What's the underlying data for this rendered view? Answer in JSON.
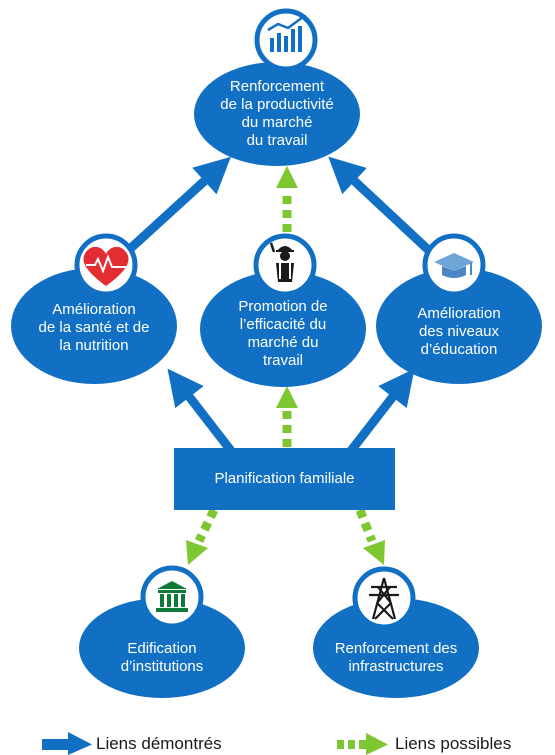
{
  "colors": {
    "node_fill": "#1170c4",
    "demonstrated_arrow": "#1170c4",
    "possible_arrow": "#7dc832",
    "icon_ring": "#1170c4",
    "icon_fill": "#ffffff",
    "heart": "#e32d32"
  },
  "nodes": {
    "productivity": {
      "label": "Renforcement\nde la productivité\ndu marché\ndu travail",
      "icon": "bar-chart-icon"
    },
    "health": {
      "label": "Amélioration\nde la santé et de\nla nutrition",
      "icon": "heart-pulse-icon"
    },
    "labor": {
      "label": "Promotion de\nl’efficacité du\nmarché du\ntravail",
      "icon": "worker-icon"
    },
    "education": {
      "label": "Amélioration\ndes niveaux\nd’éducation",
      "icon": "graduation-cap-icon"
    },
    "family_planning": {
      "label": "Planification familiale"
    },
    "institutions": {
      "label": "Edification\nd’institutions",
      "icon": "institution-building-icon"
    },
    "infrastructure": {
      "label": "Renforcement des\ninfrastructures",
      "icon": "power-pylon-icon"
    }
  },
  "legend": {
    "demonstrated": "Liens démontrés",
    "possible": "Liens possibles"
  }
}
